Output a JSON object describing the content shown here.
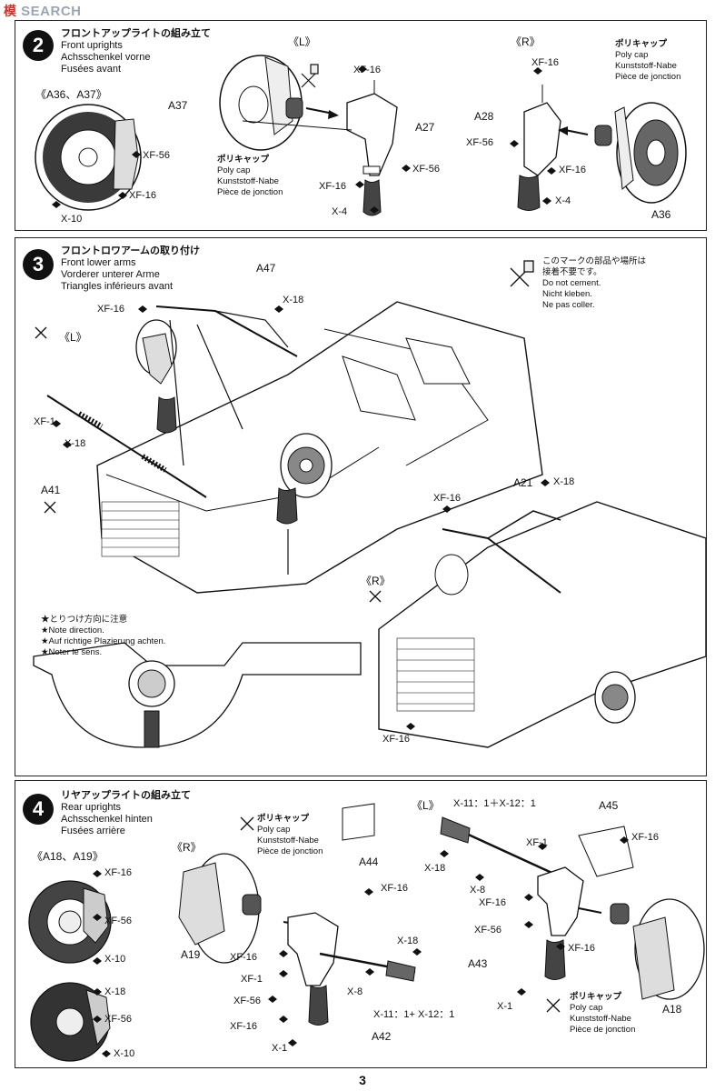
{
  "watermark": {
    "logo": "模",
    "text": "SEARCH"
  },
  "steps": {
    "s2": {
      "number": "2",
      "title_jp": "フロントアップライトの組み立て",
      "title_en": "Front uprights",
      "title_de": "Achsschenkel vorne",
      "title_fr": "Fusées avant",
      "label_a36_a37": "《A36、A37》",
      "label_l": "《L》",
      "label_r": "《R》",
      "parts": {
        "a37": "A37",
        "a27": "A27",
        "a28": "A28",
        "a36": "A36",
        "xf16": "XF-16",
        "xf56": "XF-56",
        "x10": "X-10",
        "x4": "X-4"
      },
      "polycap": {
        "jp": "ポリキャップ",
        "en": "Poly cap",
        "de": "Kunststoff-Nabe",
        "fr": "Pièce de jonction"
      }
    },
    "s3": {
      "number": "3",
      "title_jp": "フロントロワアームの取り付け",
      "title_en": "Front lower arms",
      "title_de": "Vorderer unterer Arme",
      "title_fr": "Triangles inférieurs avant",
      "label_l": "《L》",
      "label_r": "《R》",
      "parts": {
        "a47": "A47",
        "a41": "A41",
        "a21": "A21",
        "xf16": "XF-16",
        "xf1": "XF-1",
        "x18": "X-18"
      },
      "nocement": {
        "jp1": "このマークの部品や場所は",
        "jp2": "接着不要です。",
        "en": "Do not cement.",
        "de": "Nicht kleben.",
        "fr": "Ne pas coller."
      },
      "direction": {
        "jp": "★とりつけ方向に注意",
        "en": "★Note direction.",
        "de": "★Auf richtige Plazierung achten.",
        "fr": "★Noter le sens."
      }
    },
    "s4": {
      "number": "4",
      "title_jp": "リヤアップライトの組み立て",
      "title_en": "Rear uprights",
      "title_de": "Achsschenkel hinten",
      "title_fr": "Fusées arrière",
      "label_a18_a19": "《A18、A19》",
      "label_l": "《L》",
      "label_r": "《R》",
      "parts": {
        "a44": "A44",
        "a19": "A19",
        "a42": "A42",
        "a45": "A45",
        "a43": "A43",
        "a18": "A18",
        "xf16": "XF-16",
        "xf56": "XF-56",
        "xf1": "XF-1",
        "x10": "X-10",
        "x18": "X-18",
        "x8": "X-8",
        "x1": "X-1",
        "x11x12": "X-11：1＋X-12：1",
        "x11x12b": "X-11：1+ X-12：1"
      },
      "polycap": {
        "jp": "ポリキャップ",
        "en": "Poly cap",
        "de": "Kunststoff-Nabe",
        "fr": "Pièce de jonction"
      }
    }
  },
  "page_number": "3"
}
